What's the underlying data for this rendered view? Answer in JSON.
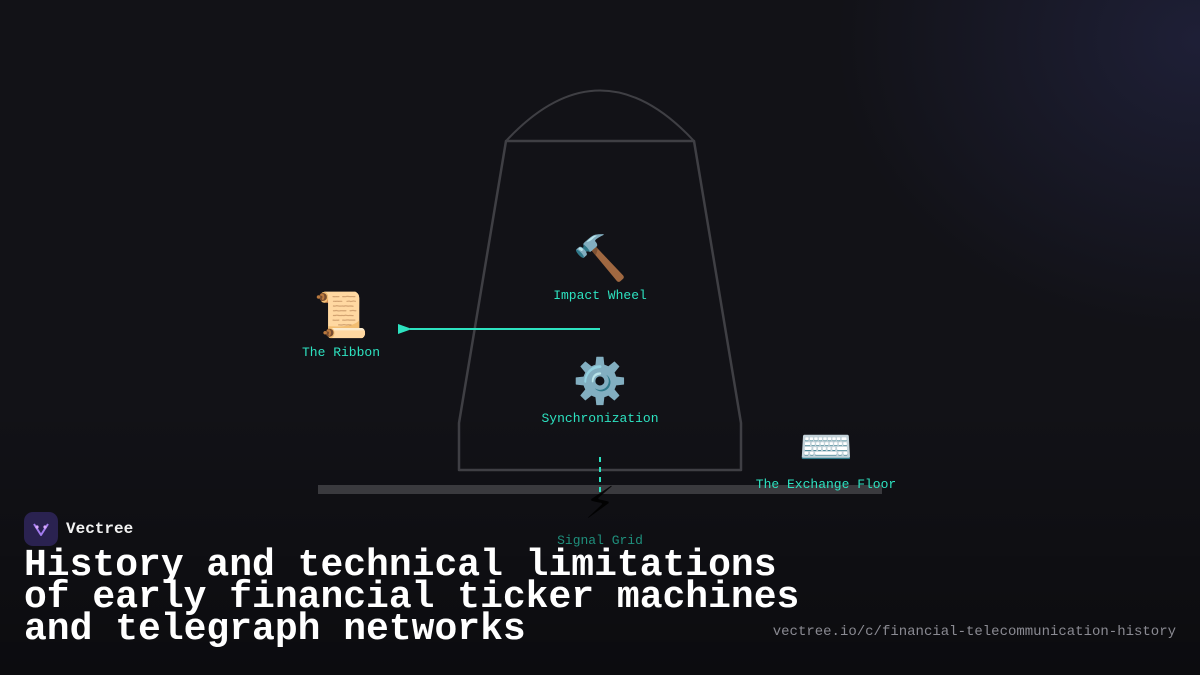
{
  "diagram": {
    "nodes": {
      "ribbon": {
        "icon": "scroll-icon",
        "glyph": "📜",
        "label": "The Ribbon"
      },
      "impact_wheel": {
        "icon": "hammer-icon",
        "glyph": "🔨",
        "label": "Impact Wheel"
      },
      "synchronization": {
        "icon": "gear-icon",
        "glyph": "⚙️",
        "label": "Synchronization"
      },
      "exchange_floor": {
        "icon": "keyboard-icon",
        "glyph": "⌨️",
        "label": "The Exchange Floor"
      },
      "signal_grid": {
        "icon": "lightning-icon",
        "glyph": "⚡",
        "label": "Signal Grid"
      }
    },
    "edges": [
      {
        "from": "Impact Wheel",
        "to": "The Ribbon",
        "style": "solid-arrow"
      },
      {
        "from": "Synchronization",
        "to": "Signal Grid",
        "style": "dashed"
      }
    ],
    "colors": {
      "accent": "#2de2c0",
      "outline": "#3f3f44",
      "base_bar": "#3a3a3e"
    }
  },
  "brand": {
    "name": "Vectree",
    "logo_icon": "vectree-logo-icon",
    "logo_color": "#2a2250"
  },
  "headline": {
    "line1": "History and technical limitations",
    "line2": "of early financial ticker machines",
    "line3": "and telegraph networks"
  },
  "url": "vectree.io/c/financial-telecommunication-history"
}
